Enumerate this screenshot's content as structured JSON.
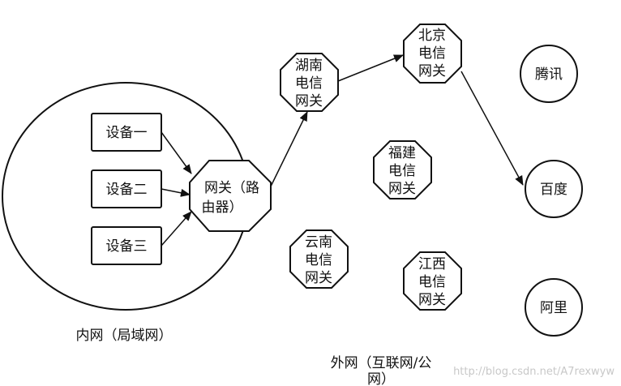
{
  "diagram": {
    "lan_caption": "内网（局域网）",
    "wan_caption_line1": "外网（互联网/公",
    "wan_caption_line2": "网）",
    "watermark": "http://blog.csdn.net/A7rexwyw",
    "nodes": {
      "device1": "设备一",
      "device2": "设备二",
      "device3": "设备三",
      "router_line1": "网关（路",
      "router_line2": "由器）",
      "hunan": [
        "湖南",
        "电信",
        "网关"
      ],
      "beijing": [
        "北京",
        "电信",
        "网关"
      ],
      "fujian": [
        "福建",
        "电信",
        "网关"
      ],
      "yunnan": [
        "云南",
        "电信",
        "网关"
      ],
      "jiangxi": [
        "江西",
        "电信",
        "网关"
      ],
      "tencent": "腾讯",
      "baidu": "百度",
      "alibaba": "阿里"
    }
  }
}
